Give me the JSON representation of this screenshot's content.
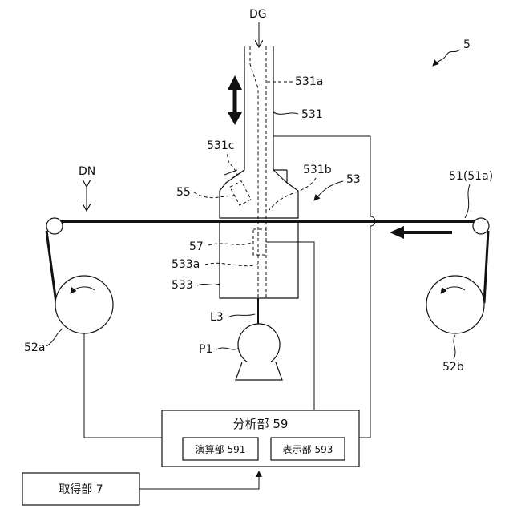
{
  "figure_id": "5",
  "labels": {
    "dg": "DG",
    "dn": "DN",
    "n531a": "531a",
    "n531": "531",
    "n531c": "531c",
    "n531b": "531b",
    "n55": "55",
    "n53": "53",
    "n51": "51(51a)",
    "n57": "57",
    "n533a": "533a",
    "n533": "533",
    "l3": "L3",
    "p1": "P1",
    "n52a": "52a",
    "n52b": "52b"
  },
  "boxes": {
    "analysis": "分析部 59",
    "calc": "演算部 591",
    "display": "表示部 593",
    "acquire": "取得部 7"
  }
}
